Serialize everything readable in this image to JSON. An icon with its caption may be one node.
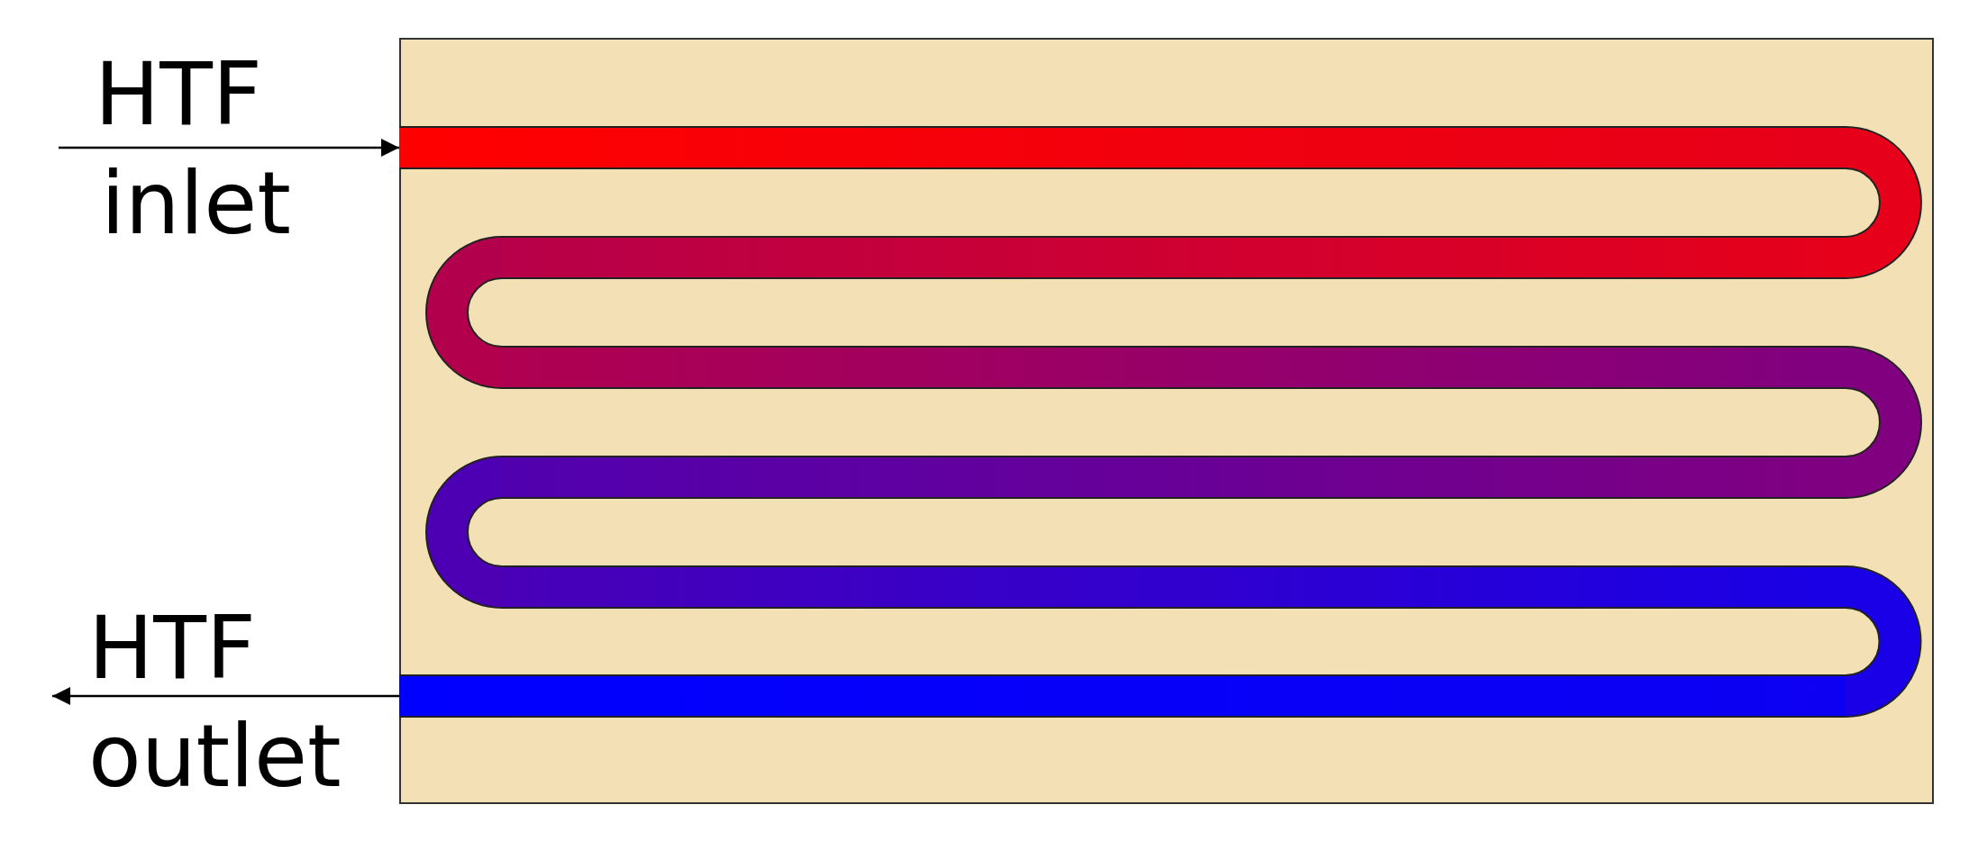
{
  "diagram": {
    "nodes": [
      {
        "text": [],
        "shape": "box"
      },
      {
        "text": [],
        "shape": "pipe",
        "in": 0
      }
    ],
    "edges": [
      {
        "from": null,
        "to": 1,
        "arrow": "to"
      },
      {
        "from": 1,
        "to": null,
        "arrow": "to"
      }
    ],
    "labels": [
      "HTF",
      "inlet",
      "HTF",
      "outlet"
    ]
  }
}
